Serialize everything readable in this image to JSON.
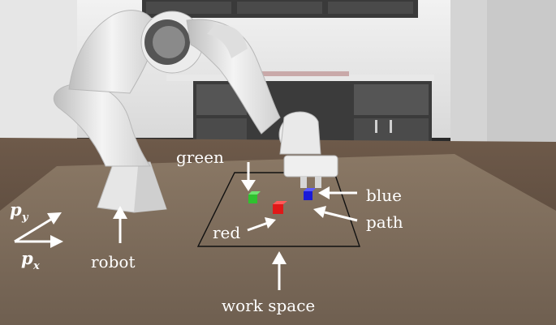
{
  "labels": {
    "green": "green",
    "red": "red",
    "blue": "blue",
    "path": "path",
    "robot": "robot",
    "workspace": "work space",
    "px": "p",
    "px_sub": "x",
    "py": "p",
    "py_sub": "y"
  },
  "colors": {
    "cube_green": "#2fc12f",
    "cube_red": "#e01818",
    "cube_blue": "#1a1ad8"
  }
}
